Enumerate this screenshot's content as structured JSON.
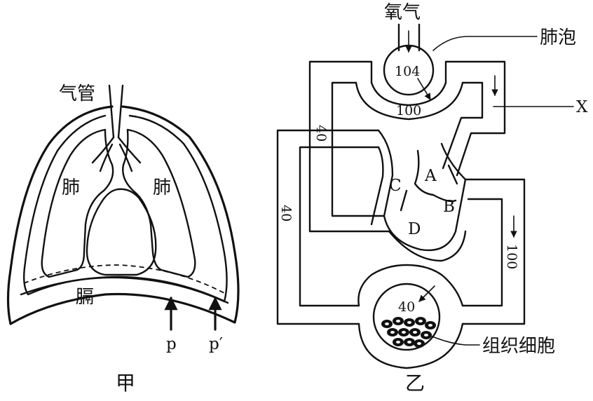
{
  "figure_left": {
    "caption": "甲",
    "labels": {
      "trachea": "气管",
      "lung_left": "肺",
      "lung_right": "肺",
      "diaphragm": "膈",
      "p": "p",
      "p_prime": "p′"
    }
  },
  "figure_right": {
    "caption": "乙",
    "labels": {
      "oxygen": "氧气",
      "alveolus": "肺泡",
      "x": "X",
      "tissue_cells": "组织细胞",
      "chamber_a": "A",
      "chamber_b": "B",
      "chamber_c": "C",
      "chamber_d": "D"
    },
    "values": {
      "alveolus_po2": "104",
      "pulmonary_vein_po2": "100",
      "pulmonary_artery_po2": "40",
      "vena_cava_po2": "40",
      "aorta_po2": "100",
      "tissue_po2": "40"
    }
  }
}
